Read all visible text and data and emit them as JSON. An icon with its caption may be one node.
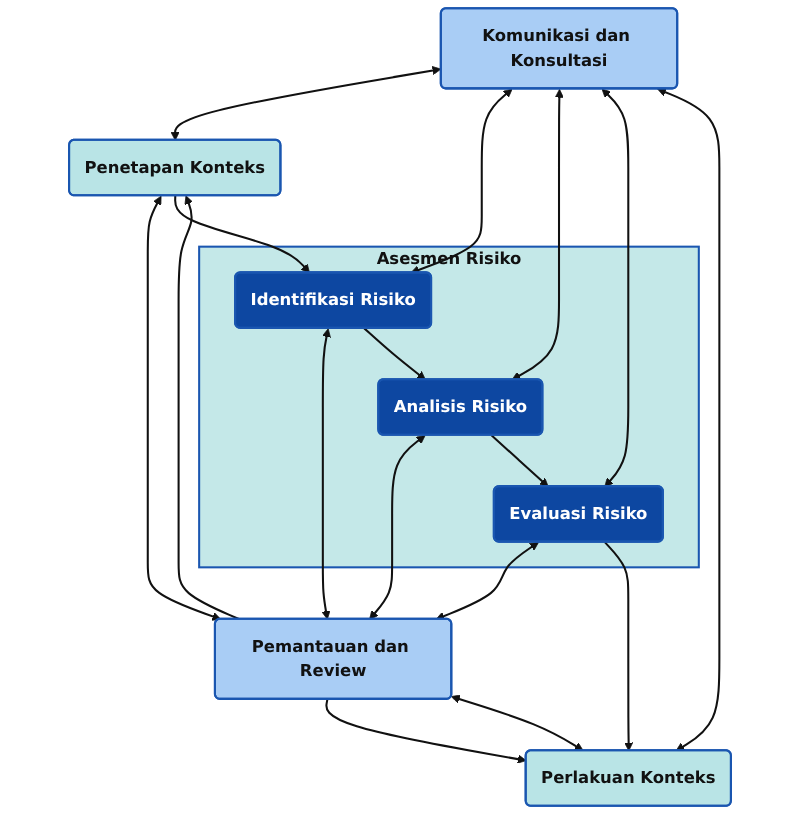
{
  "diagram": {
    "nodes": [
      {
        "text": [
          "Komunikasi dan Konsultasi"
        ]
      },
      {
        "text": [
          "Penetapan Konteks"
        ]
      },
      {
        "text": [
          "Asesmen Risiko"
        ]
      },
      {
        "text": [
          "Identifikasi Risiko"
        ],
        "in": 2
      },
      {
        "text": [
          "Analisis Risiko"
        ],
        "in": 2
      },
      {
        "text": [
          "Evaluasi Risiko"
        ],
        "in": 2
      },
      {
        "text": [
          "Perlakuan Konteks"
        ]
      },
      {
        "text": [
          "Pemantauan dan Review"
        ]
      }
    ],
    "edges": [
      {
        "from": 0,
        "to": 1,
        "arrow": "both"
      },
      {
        "from": 1,
        "to": 7,
        "arrow": "both"
      },
      {
        "from": 0,
        "to": 3,
        "arrow": "both"
      },
      {
        "from": 3,
        "to": 7,
        "arrow": "both"
      },
      {
        "from": 0,
        "to": 4,
        "arrow": "both"
      },
      {
        "from": 4,
        "to": 7,
        "arrow": "both"
      },
      {
        "from": 0,
        "to": 5,
        "arrow": "both"
      },
      {
        "from": 5,
        "to": 7,
        "arrow": "both"
      },
      {
        "from": 0,
        "to": 6,
        "arrow": "both"
      },
      {
        "from": 6,
        "to": 7,
        "arrow": "both"
      },
      {
        "from": 1,
        "to": 3,
        "arrow": "to"
      },
      {
        "from": 3,
        "to": 4,
        "arrow": "to"
      },
      {
        "from": 4,
        "to": 5,
        "arrow": "to"
      },
      {
        "from": 5,
        "to": 6,
        "arrow": "to"
      },
      {
        "from": 7,
        "to": 1,
        "arrow": "to"
      },
      {
        "from": 7,
        "to": 6,
        "arrow": "to"
      }
    ]
  }
}
